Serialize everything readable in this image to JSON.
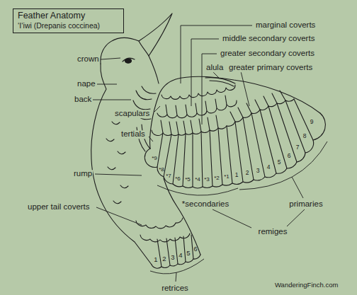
{
  "diagram": {
    "nodes": [
      {
        "text": [
          "Feather Anatomy",
          "ʻIʻiwi (Drepanis coccinea)"
        ]
      }
    ],
    "labels": [
      "marginal coverts",
      "middle secondary coverts",
      "greater secondary coverts",
      "crown",
      "alula",
      "greater primary coverts",
      "nape",
      "back",
      "scapulars",
      "tertials",
      "9",
      "8",
      "7",
      "6",
      "5",
      "4",
      "3",
      "2",
      "1",
      "*9",
      "*8",
      "*7",
      "*6",
      "*5",
      "*4",
      "*3",
      "*2",
      "*1",
      "rump",
      "primaries",
      "*secondaries",
      "upper tail coverts",
      "remiges",
      "1",
      "2",
      "3",
      "4",
      "5",
      "6",
      "retrices",
      "WanderingFinch.com"
    ]
  }
}
